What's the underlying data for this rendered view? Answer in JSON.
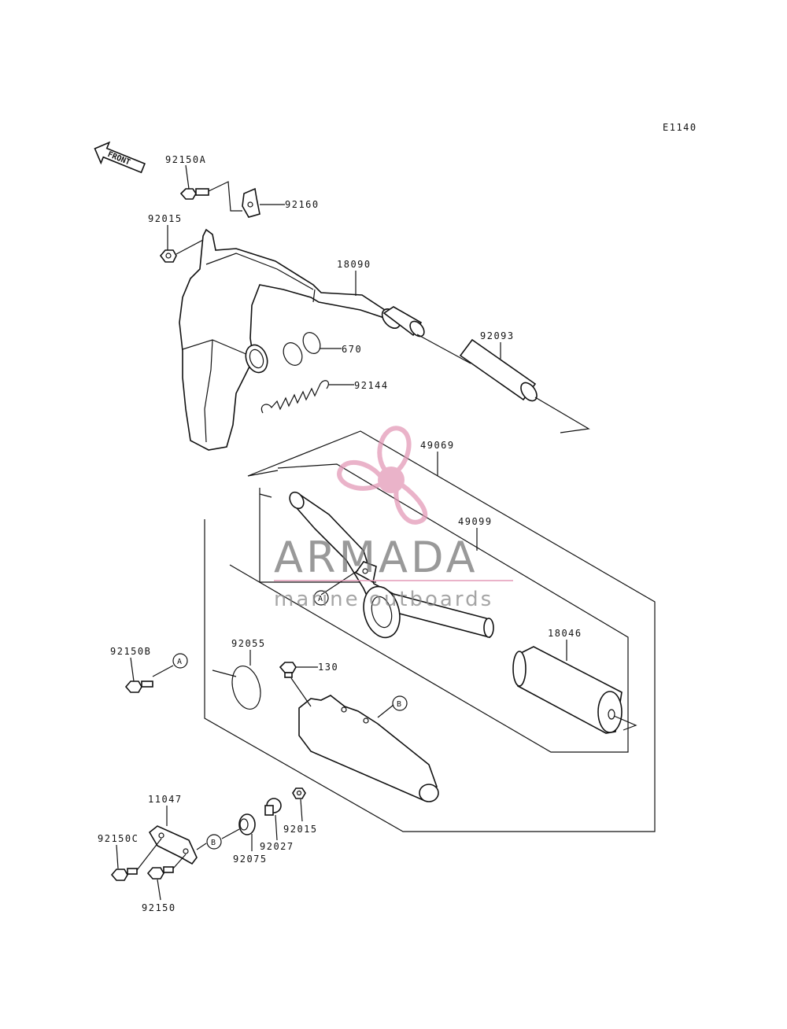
{
  "diagram_code": "E1140",
  "front_label": "FRONT",
  "parts": {
    "p92150A": "92150A",
    "p92160": "92160",
    "p92015_top": "92015",
    "p18090": "18090",
    "p670": "670",
    "p92093": "92093",
    "p92144": "92144",
    "p49069": "49069",
    "p49099": "49099",
    "p18046": "18046",
    "p92150B": "92150B",
    "p92055": "92055",
    "p130": "130",
    "p11047": "11047",
    "p92150C": "92150C",
    "p92075": "92075",
    "p92027": "92027",
    "p92015_bottom": "92015",
    "p92150": "92150"
  },
  "refs": {
    "A": "A",
    "B": "B"
  },
  "watermark": {
    "brand": "ARMADA",
    "tagline": "marine outboards",
    "color": "#e39ab8"
  }
}
